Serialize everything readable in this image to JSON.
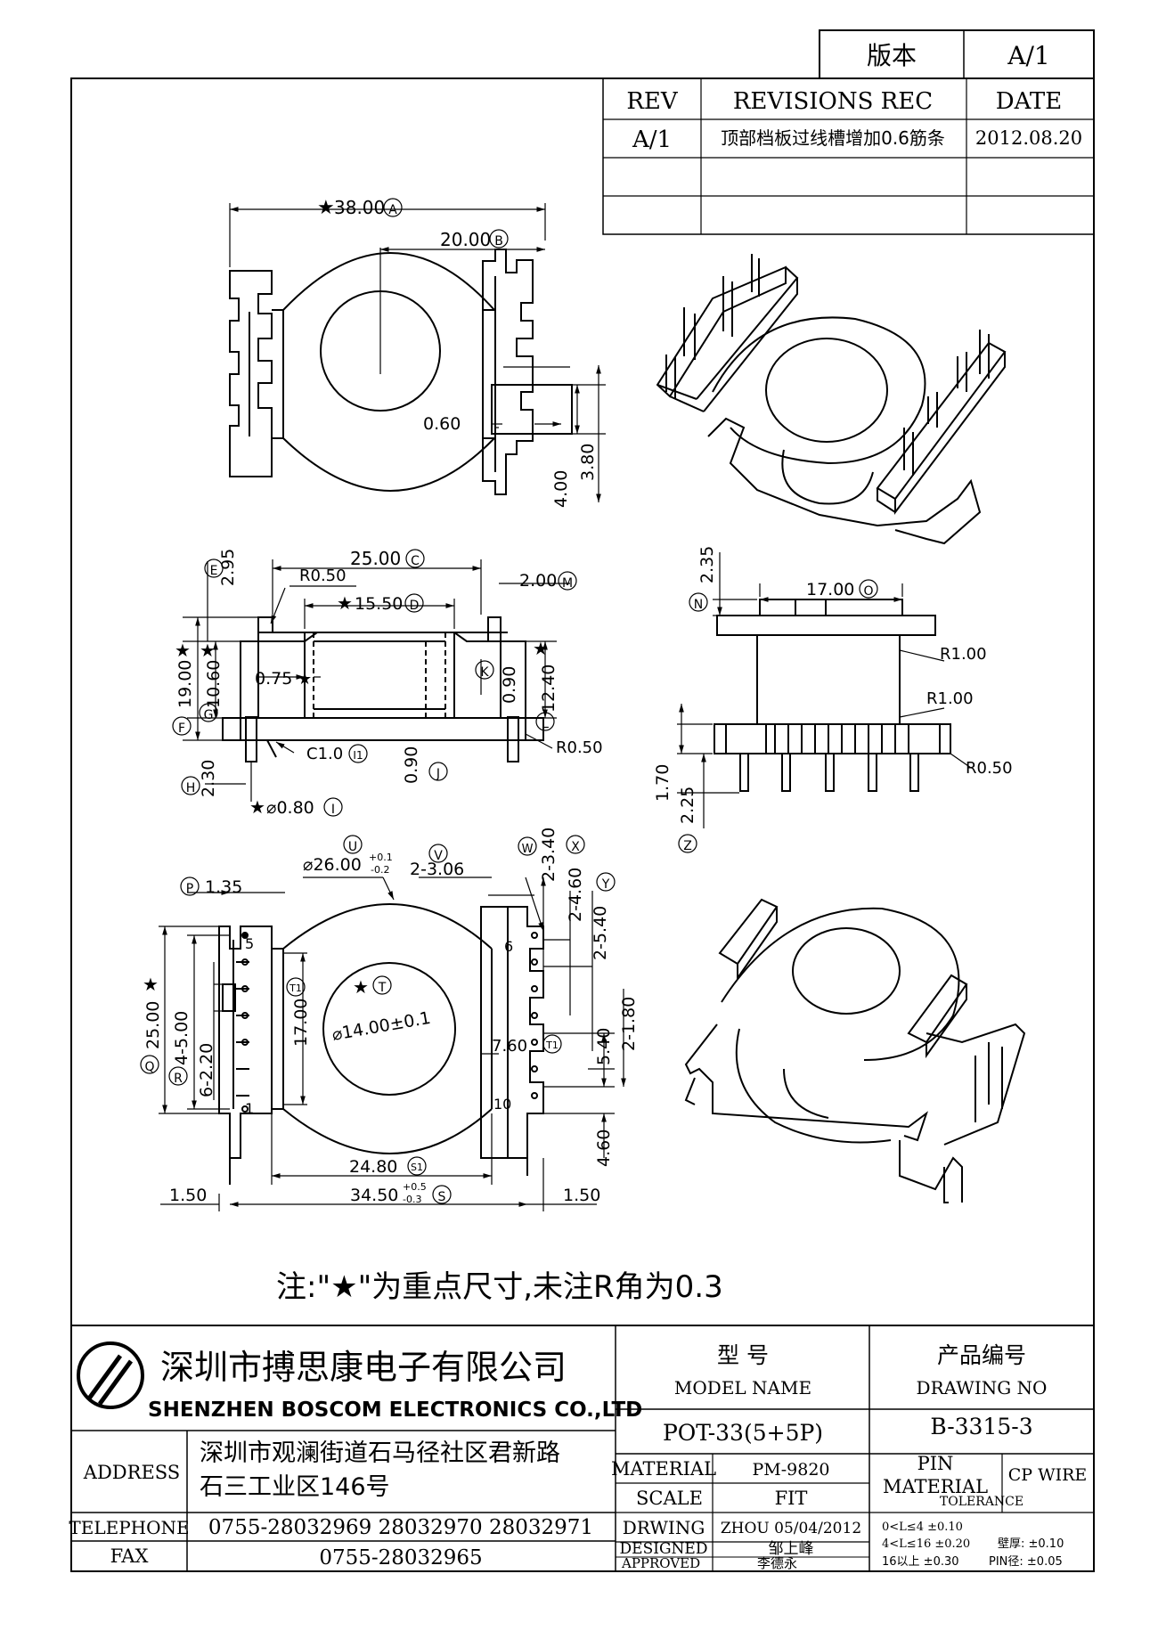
{
  "version_box": {
    "label": "版本",
    "value": "A/1"
  },
  "revisions": {
    "headers": [
      "REV",
      "REVISIONS REC",
      "DATE"
    ],
    "rows": [
      {
        "rev": "A/1",
        "rec": "顶部档板过线槽增加0.6筋条",
        "date": "2012.08.20"
      }
    ]
  },
  "dimensions": {
    "top": {
      "d38": "38.00",
      "tagA": "A",
      "d20": "20.00",
      "tagB": "B",
      "d060": "0.60",
      "d380": "3.80",
      "d400": "4.00"
    },
    "front": {
      "d2500": "25.00",
      "tagC": "C",
      "d295": "2.95",
      "tagE": "E",
      "r050a": "R0.50",
      "d200": "2.00",
      "tagM": "M",
      "d1550": "15.50",
      "tagD": "D",
      "d075": "0.75",
      "tagK": "K",
      "d090a": "0.90",
      "d1240": "12.40",
      "tagL": "L",
      "d1900": "19.00",
      "tagF": "F",
      "d1060": "10.60",
      "tagG": "G",
      "c10": "C1.0",
      "tagI1": "I1",
      "d090b": "0.90",
      "tagJ": "J",
      "r050b": "R0.50",
      "d230": "2.30",
      "tagH": "H",
      "d080": "⌀0.80",
      "tagI": "I"
    },
    "side": {
      "d235": "2.35",
      "tagN": "N",
      "d1700": "17.00",
      "tagO": "O",
      "r100a": "R1.00",
      "r100b": "R1.00",
      "r050": "R0.50",
      "d170": "1.70",
      "d225": "2.25",
      "tagZ": "Z"
    },
    "bottom": {
      "d26": "⌀26.00",
      "tol26u": "+0.1",
      "tol26l": "-0.2",
      "tagU": "U",
      "tagV": "V",
      "d306": "2-3.06",
      "tagW": "W",
      "d340": "2-3.40",
      "tagX": "X",
      "d460": "2-4.60",
      "tagY": "Y",
      "d540": "2-5.40",
      "tagP": "P",
      "d135": "1.35",
      "d2500": "25.00",
      "tagQ": "Q",
      "d45": "4-5.00",
      "tagR": "R",
      "d622": "6-2.20",
      "tagT1": "T1",
      "d1700": "17.00",
      "tagT": "T",
      "d14": "⌀14.00±0.1",
      "d760": "7.60",
      "tagT1b": "T1",
      "d540b": "5.40",
      "d180": "2-1.80",
      "d460b": "4.60",
      "d2480": "24.80",
      "tagS1": "S1",
      "d3450": "34.50",
      "tol345u": "+0.5",
      "tol345l": "-0.3",
      "tagS": "S",
      "d150a": "1.50",
      "d150b": "1.50",
      "pin5": "5",
      "pin1": "1",
      "pin6": "6",
      "pin10": "10"
    }
  },
  "note": "注:\"★\"为重点尺寸,未注R角为0.3",
  "company": {
    "name_cn": "深圳市搏思康电子有限公司",
    "name_en": "SHENZHEN BOSCOM ELECTRONICS CO.,LTD"
  },
  "address": {
    "label": "ADDRESS",
    "line1": "深圳市观澜街道石马径社区君新路",
    "line2": "石三工业区146号"
  },
  "telephone": {
    "label": "TELEPHONE",
    "value": "0755-28032969 28032970 28032971"
  },
  "fax": {
    "label": "FAX",
    "value": "0755-28032965"
  },
  "model": {
    "label_cn": "型    号",
    "label_en": "MODEL NAME",
    "value": "POT-33(5+5P)"
  },
  "drawing_no": {
    "label_cn": "产品编号",
    "label_en": "DRAWING NO",
    "value": "B-3315-3"
  },
  "info_rows": [
    {
      "label": "MATERIAL",
      "value": "PM-9820"
    },
    {
      "label": "SCALE",
      "value": "FIT"
    },
    {
      "label": "DRWING",
      "value": "ZHOU 05/04/2012"
    },
    {
      "label": "DESIGNED",
      "value": "邹上峰"
    },
    {
      "label": "APPROVED",
      "value": "李德永"
    }
  ],
  "pin_material": {
    "label1": "PIN",
    "label2": "MATERIAL",
    "value": "CP WIRE"
  },
  "tolerance": {
    "label": "TOLERANCE",
    "row1": "0<L≤4  ±0.10",
    "row2": "4<L≤16  ±0.20",
    "row2b": "壁厚:  ±0.10",
    "row3": "16以上   ±0.30",
    "row3b": "PIN径: ±0.05"
  }
}
